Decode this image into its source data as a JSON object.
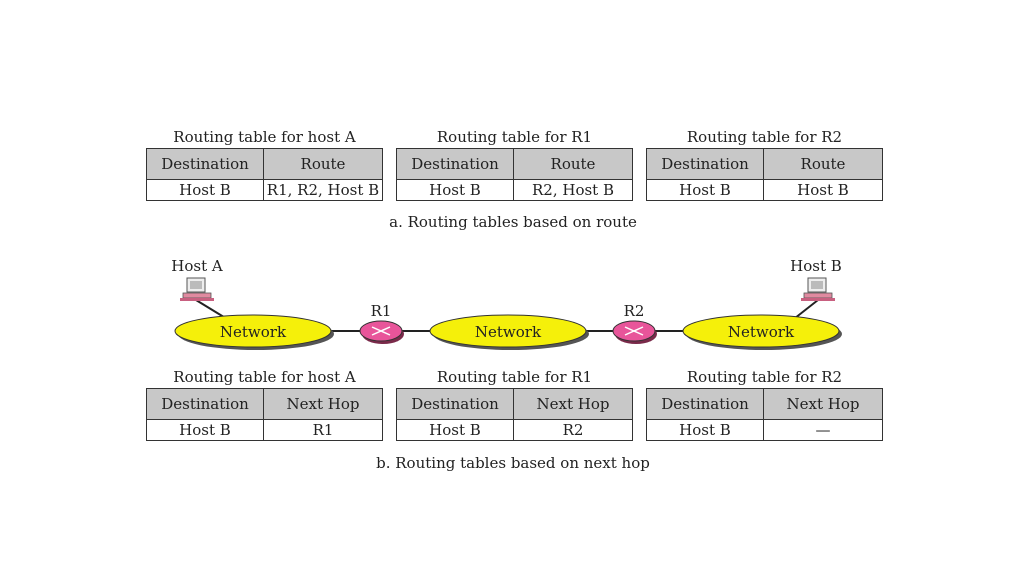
{
  "section_a": {
    "caption": "a. Routing tables based on route",
    "tables": [
      {
        "title": "Routing table for host A",
        "headers": [
          "Destination",
          "Route"
        ],
        "row": [
          "Host B",
          "R1, R2, Host B"
        ]
      },
      {
        "title": "Routing table for R1",
        "headers": [
          "Destination",
          "Route"
        ],
        "row": [
          "Host B",
          "R2, Host B"
        ]
      },
      {
        "title": "Routing table for R2",
        "headers": [
          "Destination",
          "Route"
        ],
        "row": [
          "Host B",
          "Host B"
        ]
      }
    ]
  },
  "section_b": {
    "caption": "b. Routing tables based on next hop",
    "tables": [
      {
        "title": "Routing table for host A",
        "headers": [
          "Destination",
          "Next Hop"
        ],
        "row": [
          "Host B",
          "R1"
        ]
      },
      {
        "title": "Routing table for R1",
        "headers": [
          "Destination",
          "Next Hop"
        ],
        "row": [
          "Host B",
          "R2"
        ]
      },
      {
        "title": "Routing table for R2",
        "headers": [
          "Destination",
          "Next Hop"
        ],
        "row": [
          "Host B",
          "—"
        ]
      }
    ]
  },
  "topology": {
    "host_a": "Host A",
    "host_b": "Host B",
    "r1": "R1",
    "r2": "R2",
    "networks": [
      "Network",
      "Network",
      "Network"
    ],
    "colors": {
      "network": "#f5f00a",
      "router": "#e8559a",
      "computer": "#e08aa0"
    }
  }
}
